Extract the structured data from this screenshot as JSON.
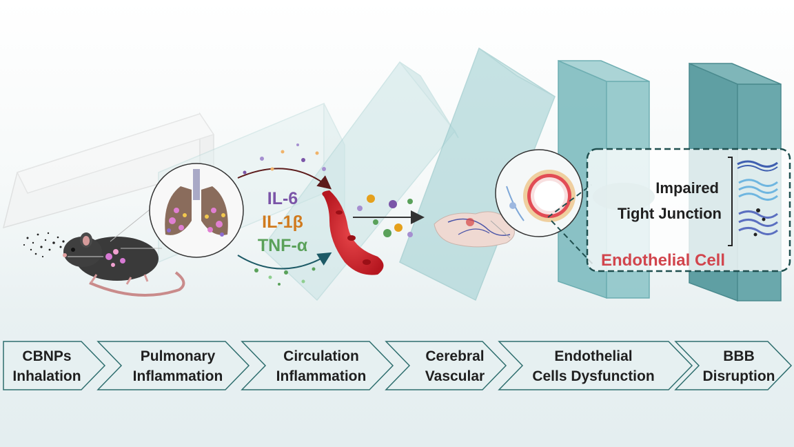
{
  "cytokines": [
    {
      "label": "IL-6",
      "color": "#7b55a8"
    },
    {
      "label": "IL-1β",
      "color": "#d07a1e"
    },
    {
      "label": "TNF-α",
      "color": "#5aa15a"
    }
  ],
  "junction": {
    "line1": "Impaired",
    "line2": "Tight Junction",
    "cell_label": "Endothelial Cell",
    "cell_label_color": "#d1454d"
  },
  "steps": [
    {
      "line1": "CBNPs",
      "line2": "Inhalation"
    },
    {
      "line1": "Pulmonary",
      "line2": "Inflammation"
    },
    {
      "line1": "Circulation",
      "line2": "Inflammation"
    },
    {
      "line1": "Cerebral",
      "line2": "Vascular"
    },
    {
      "line1": "Endothelial",
      "line2": "Cells Dysfunction"
    },
    {
      "line1": "BBB",
      "line2": "Disruption"
    }
  ],
  "colors": {
    "teal_dark": "#2f8a8f",
    "step_border": "#2e6e6e",
    "step_fill": "#e6f0f1"
  }
}
